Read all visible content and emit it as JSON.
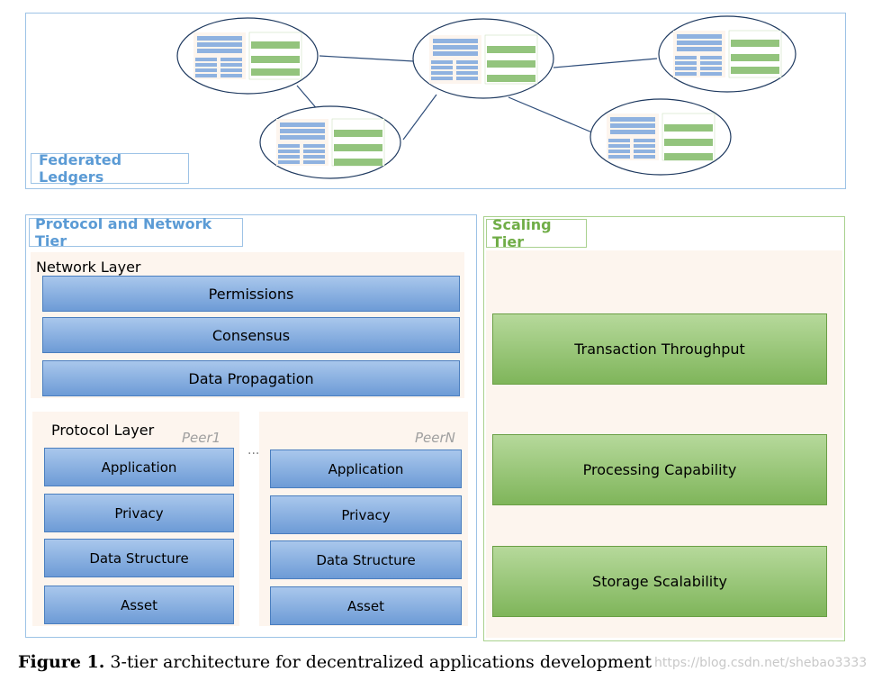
{
  "federated": {
    "label": "Federated Ledgers"
  },
  "protocol_network_tier": {
    "title": "Protocol and Network Tier",
    "network_layer": {
      "label": "Network Layer",
      "items": [
        "Permissions",
        "Consensus",
        "Data Propagation"
      ]
    },
    "protocol_layer": {
      "label": "Protocol Layer",
      "peers": [
        "Peer1",
        "PeerN"
      ],
      "ellipsis": "...",
      "items": [
        "Application",
        "Privacy",
        "Data Structure",
        "Asset"
      ]
    }
  },
  "scaling_tier": {
    "title": "Scaling Tier",
    "items": [
      "Transaction Throughput",
      "Processing Capability",
      "Storage Scalability"
    ]
  },
  "caption": {
    "label": "Figure 1.",
    "text": "3-tier architecture for decentralized applications development"
  },
  "watermark": "https://blog.csdn.net/shebao3333",
  "colors": {
    "blue_border": "#9dc3e6",
    "blue_title": "#5b9bd5",
    "green_border": "#a9d18e",
    "green_title": "#70ad47"
  }
}
